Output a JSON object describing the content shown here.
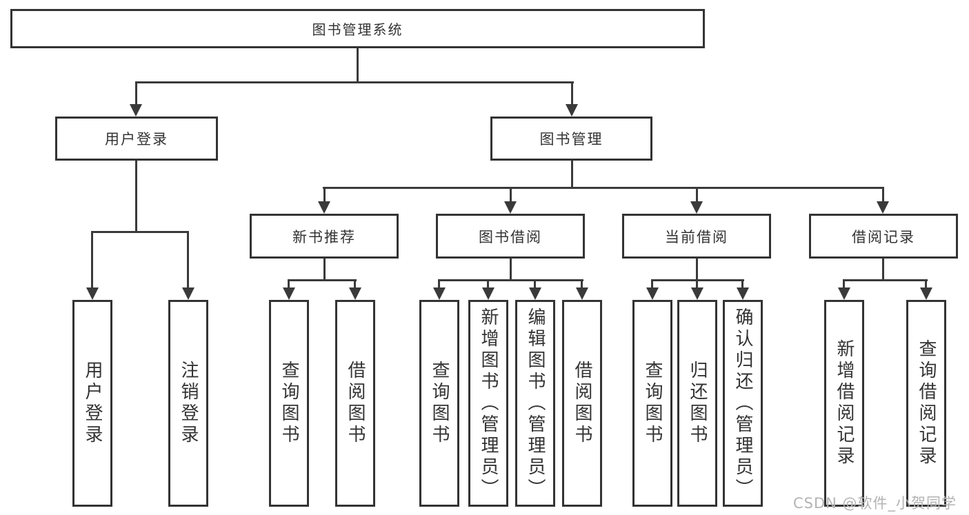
{
  "nodes": {
    "root": "图书管理系统",
    "user_login": "用户登录",
    "book_management": "图书管理",
    "new_books": "新书推荐",
    "book_borrowing": "图书借阅",
    "current_borrowing": "当前借阅",
    "borrowing_records": "借阅记录"
  },
  "leaves": {
    "user_login": [
      "用户登录",
      "注销登录"
    ],
    "new_books": [
      "查询图书",
      "借阅图书"
    ],
    "book_borrowing": [
      "查询图书",
      "新增图书（管理员）",
      "编辑图书（管理员）",
      "借阅图书"
    ],
    "current_borrowing": [
      "查询图书",
      "归还图书",
      "确认归还（管理员）"
    ],
    "borrowing_records": [
      "新增借阅记录",
      "查询借阅记录"
    ]
  },
  "watermark": "CSDN @软件_小贺同学",
  "colors": {
    "line": "#3a3a3a",
    "border": "#333333",
    "text": "#333333",
    "background": "#ffffff",
    "watermark": "#b3b3b3"
  }
}
